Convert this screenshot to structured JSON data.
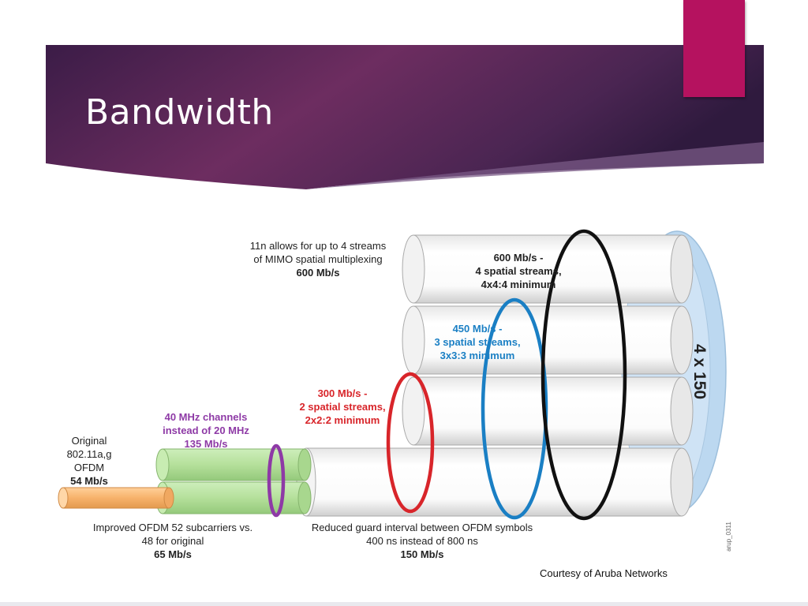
{
  "slide": {
    "title": "Bandwidth",
    "courtesy": "Courtesy of Aruba Networks"
  },
  "labels": {
    "streams_note": {
      "line1": "11n allows for up to 4 streams",
      "line2": "of MIMO spatial multiplexing",
      "line3": "600 Mb/s"
    },
    "s600": {
      "line1": "600 Mb/s -",
      "line2": "4 spatial streams,",
      "line3": "4x4:4 minimum"
    },
    "s450": {
      "line1": "450 Mb/s -",
      "line2": "3 spatial streams,",
      "line3": "3x3:3 minimum"
    },
    "s300": {
      "line1": "300 Mb/s -",
      "line2": "2 spatial streams,",
      "line3": "2x2:2 minimum"
    },
    "s135": {
      "line1": "40 MHz channels",
      "line2": "instead of 20 MHz",
      "line3": "135 Mb/s"
    },
    "s54": {
      "line1": "Original",
      "line2": "802.11a,g",
      "line3": "OFDM",
      "line4": "54 Mb/s"
    },
    "s65": {
      "line1": "Improved OFDM 52 subcarriers vs.",
      "line2": "48 for original",
      "line3": "65 Mb/s"
    },
    "s150": {
      "line1": "Reduced guard interval between OFDM symbols",
      "line2": "400 ns instead of 800 ns",
      "line3": "150 Mb/s"
    },
    "multiplier": "4 x 150",
    "figure_id": "arup_0311"
  },
  "colors": {
    "banner_dark": "#3a1d4a",
    "banner_mid": "#6a2c5e",
    "accent": "#b5125f",
    "orange": "#f7b26b",
    "green": "#b9e3a0",
    "purple": "#8e3aa6",
    "red": "#d8252a",
    "blue": "#1a7fc4",
    "black": "#111111",
    "disc": "#bcd8f0"
  }
}
